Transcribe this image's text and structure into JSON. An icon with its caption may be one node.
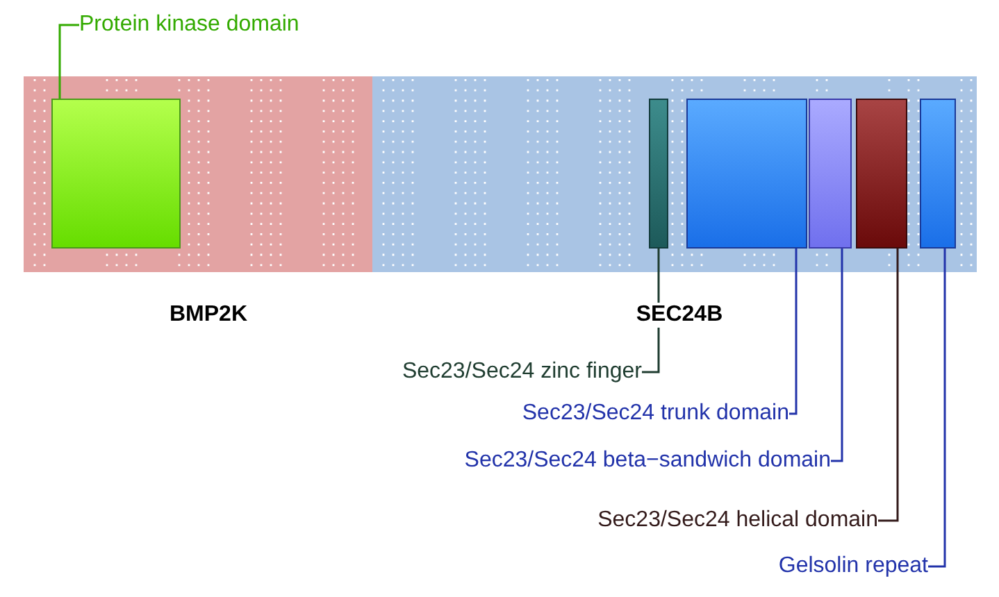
{
  "diagram": {
    "nodes": [
      {
        "text": [
          "BMP2K"
        ]
      },
      {
        "text": [],
        "shape": "box",
        "in": 0
      },
      {
        "text": [
          "Protein kinase domain"
        ]
      },
      {
        "text": [
          "SEC24B"
        ]
      },
      {
        "text": [],
        "shape": "box",
        "in": 3
      },
      {
        "text": [],
        "shape": "box",
        "in": 3
      },
      {
        "text": [],
        "shape": "box",
        "in": 3
      },
      {
        "text": [],
        "shape": "box",
        "in": 3
      },
      {
        "text": [],
        "shape": "box",
        "in": 3
      },
      {
        "text": [
          "Sec23/Sec24 zinc finger"
        ]
      },
      {
        "text": [
          "Sec23/Sec24 trunk domain"
        ]
      },
      {
        "text": [
          "Sec23/Sec24 beta−sandwich domain"
        ]
      },
      {
        "text": [
          "Sec23/Sec24 helical domain"
        ]
      },
      {
        "text": [
          "Gelsolin repeat"
        ]
      }
    ],
    "edges": [
      {
        "from": 2,
        "to": 1,
        "arrow": "none",
        "color": "#33aa00"
      },
      {
        "from": 9,
        "to": 4,
        "arrow": "none",
        "color": "#1f3d30"
      },
      {
        "from": 10,
        "to": 5,
        "arrow": "none",
        "color": "#2233aa"
      },
      {
        "from": 11,
        "to": 6,
        "arrow": "none",
        "color": "#2233aa"
      },
      {
        "from": 12,
        "to": 7,
        "arrow": "none",
        "color": "#331a1a"
      },
      {
        "from": 13,
        "to": 8,
        "arrow": "none",
        "color": "#2233aa"
      }
    ]
  }
}
